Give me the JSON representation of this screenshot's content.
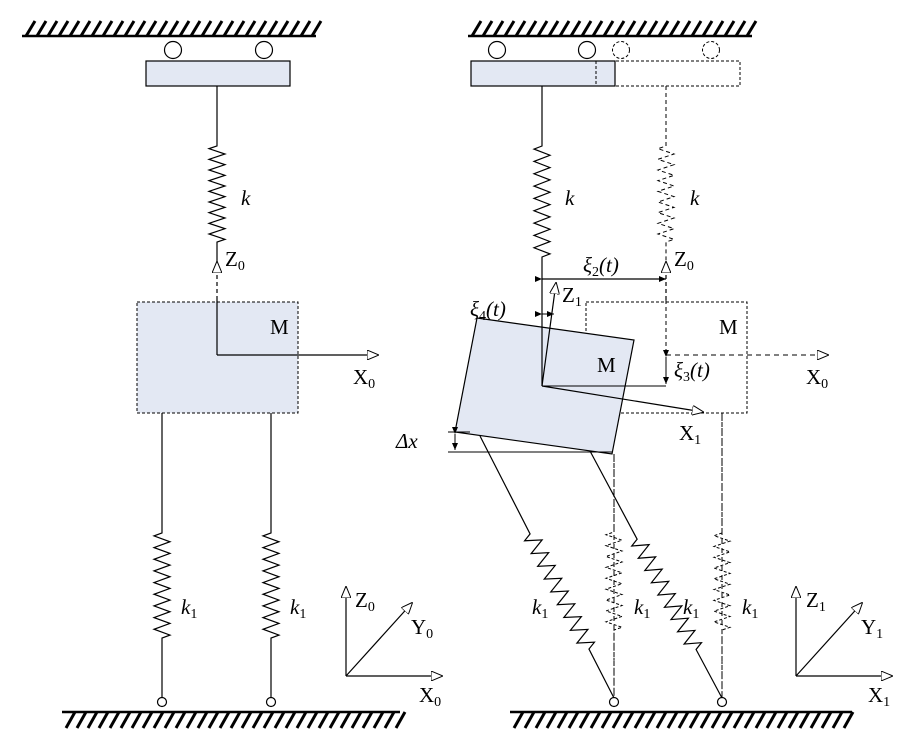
{
  "left": {
    "spring_top_label": "k",
    "spring_left_label": "k",
    "spring_left_sub": "1",
    "spring_right_label": "k",
    "spring_right_sub": "1",
    "mass_label": "M",
    "axis_z0": "Z",
    "axis_z0_sub": "0",
    "axis_x0": "X",
    "axis_x0_sub": "0",
    "triad_z": "Z",
    "triad_z_sub": "0",
    "triad_y": "Y",
    "triad_y_sub": "0",
    "triad_x": "X",
    "triad_x_sub": "0"
  },
  "right": {
    "spring_top_label": "k",
    "spring_top_ghost_label": "k",
    "xi2": "ξ",
    "xi2_sub": "2",
    "xi2_arg": "(t)",
    "xi4": "ξ",
    "xi4_sub": "4",
    "xi4_arg": "(t)",
    "xi3": "ξ",
    "xi3_sub": "3",
    "xi3_arg": "(t)",
    "axis_z0": "Z",
    "axis_z0_sub": "0",
    "axis_z1": "Z",
    "axis_z1_sub": "1",
    "mass_ghost_label": "M",
    "mass_label": "M",
    "axis_x0": "X",
    "axis_x0_sub": "0",
    "axis_x1": "X",
    "axis_x1_sub": "1",
    "delta_x": "Δx",
    "k1_a": "k",
    "k1_a_sub": "1",
    "k1_b": "k",
    "k1_b_sub": "1",
    "k1_c": "k",
    "k1_c_sub": "1",
    "k1_d": "k",
    "k1_d_sub": "1",
    "triad_z": "Z",
    "triad_z_sub": "1",
    "triad_y": "Y",
    "triad_y_sub": "1",
    "triad_x": "X",
    "triad_x_sub": "1"
  },
  "colors": {
    "mass_fill": "#e3e8f3",
    "line": "#000000"
  }
}
